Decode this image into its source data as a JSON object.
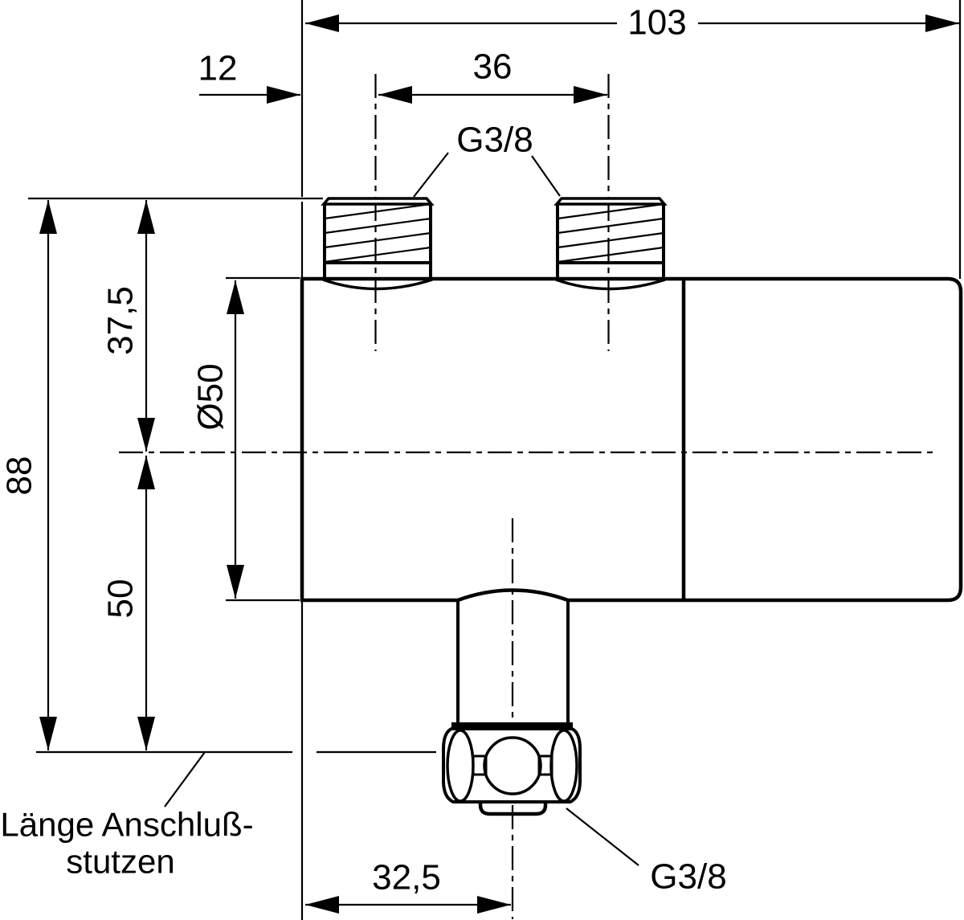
{
  "drawing": {
    "type": "technical-dimension-drawing",
    "colors": {
      "line": "#000000",
      "background": "#ffffff"
    },
    "labels": {
      "overall_width": "103",
      "left_offset": "12",
      "port_spacing": "36",
      "thread_top": "G3/8",
      "total_height": "88",
      "upper_height": "37,5",
      "diameter": "Ø50",
      "lower_height": "50",
      "bottom_offset": "32,5",
      "thread_bottom": "G3/8",
      "note_line1": "Länge Anschluß-",
      "note_line2": "stutzen"
    }
  }
}
